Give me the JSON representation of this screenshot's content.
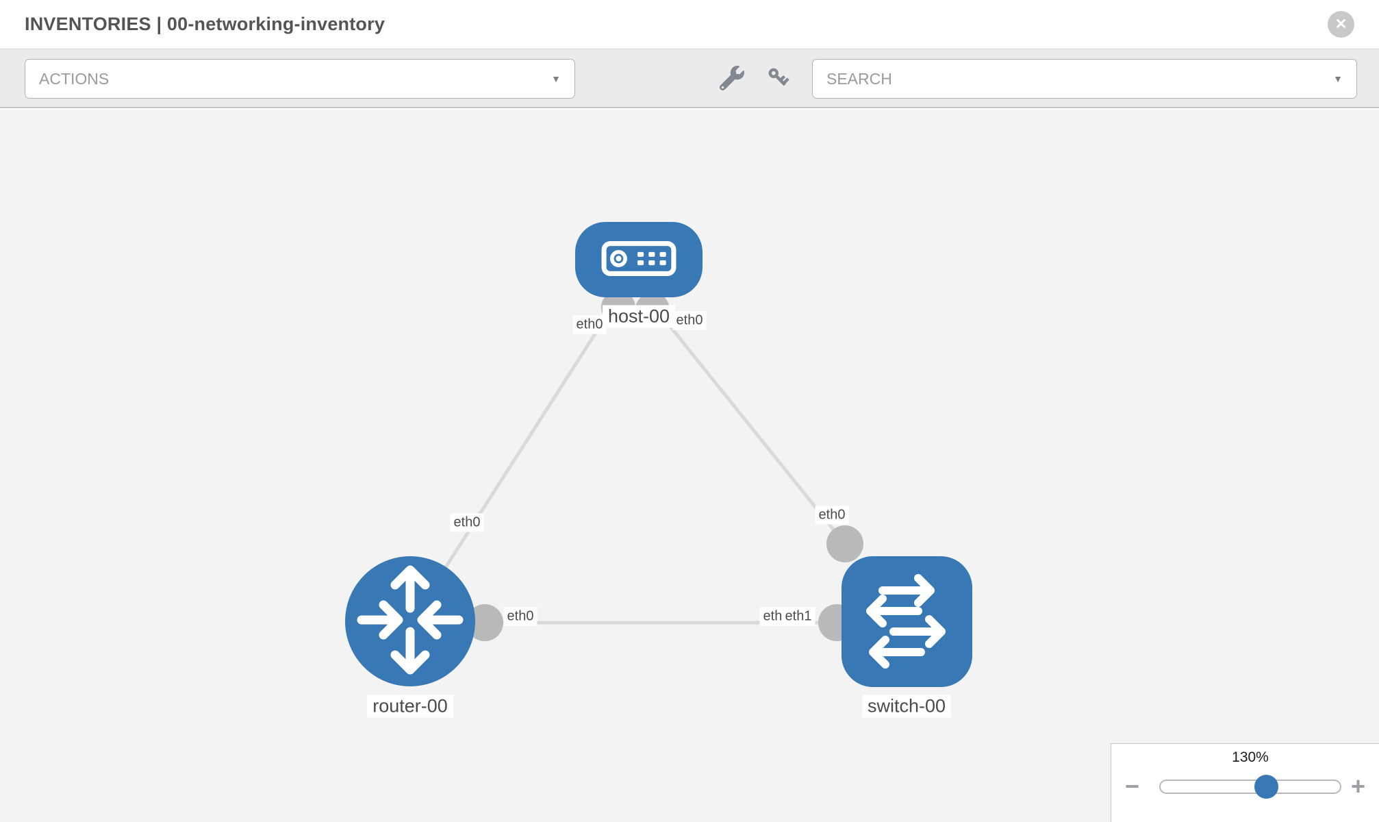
{
  "header": {
    "title": "INVENTORIES | 00-networking-inventory",
    "close_glyph": "✕"
  },
  "toolbar": {
    "actions_label": "ACTIONS",
    "search_label": "SEARCH",
    "caret_glyph": "▼",
    "icons": [
      "wrench-icon",
      "key-icon"
    ]
  },
  "graph": {
    "nodes": [
      {
        "id": "host-00",
        "type": "host",
        "label": "host-00"
      },
      {
        "id": "router-00",
        "type": "router",
        "label": "router-00"
      },
      {
        "id": "switch-00",
        "type": "switch",
        "label": "switch-00"
      }
    ],
    "links": [
      {
        "from": "host-00",
        "to": "router-00",
        "from_interface": "eth0",
        "to_interface": "eth0"
      },
      {
        "from": "host-00",
        "to": "switch-00",
        "from_interface": "eth0",
        "to_interface": "eth0"
      },
      {
        "from": "router-00",
        "to": "switch-00",
        "from_interface": "eth0",
        "to_interface": "eth1"
      }
    ],
    "interface_labels": {
      "host_left": "eth0",
      "host_right": "eth0",
      "link_host_router": "eth0",
      "switch_top": "eth0",
      "router_right": "eth0",
      "switch_left_back": "eth0",
      "switch_left_front": "eth1"
    }
  },
  "zoom_panel": {
    "value": "130%",
    "percent": 130,
    "minus_glyph": "−",
    "plus_glyph": "+"
  },
  "colors": {
    "node_blue": "#3878b5",
    "edge_gray": "#d9d9d9",
    "endpoint_gray": "#b9b9b9",
    "toolbar_bg": "#ebebeb",
    "canvas_bg": "#f3f3f3"
  }
}
